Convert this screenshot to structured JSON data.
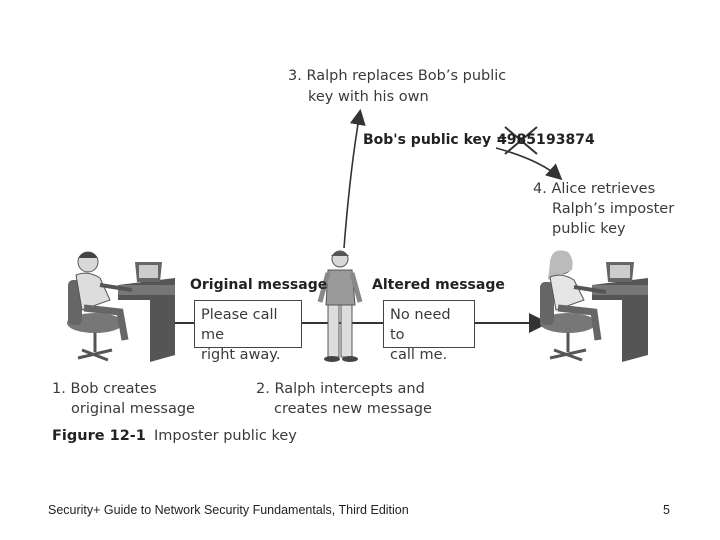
{
  "diagram": {
    "step3": {
      "line1": "3. Ralph replaces Bob’s public",
      "line2": "key with his own"
    },
    "key_label": "Bob's public key =",
    "key_old": "49851",
    "key_new": "93874",
    "step4": {
      "line1": "4. Alice retrieves",
      "line2": "Ralph’s imposter",
      "line3": "public key"
    },
    "original_heading": "Original message",
    "altered_heading": "Altered message",
    "original_message": {
      "line1": "Please call me",
      "line2": "right away."
    },
    "altered_message": {
      "line1": "No need to",
      "line2": "call me."
    },
    "step1": {
      "line1": "1. Bob creates",
      "line2": "original message"
    },
    "step2": {
      "line1": "2. Ralph intercepts and",
      "line2": "creates new message"
    }
  },
  "figure": {
    "label": "Figure 12-1",
    "caption": "Imposter public key"
  },
  "footer": {
    "book_title": "Security+ Guide to Network Security Fundamentals, Third Edition",
    "page_number": "5"
  },
  "colors": {
    "line": "#333333",
    "text": "#3a3a3a",
    "cross": "#333333"
  }
}
